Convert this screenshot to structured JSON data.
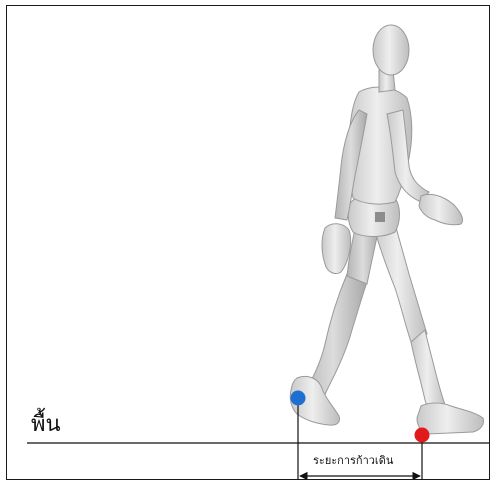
{
  "diagram": {
    "ground_label": "พื้น",
    "stride_label": "ระยะการก้าวเดิน",
    "figure": "walking-mannequin",
    "markers": [
      {
        "name": "heel-marker-blue",
        "color": "#1f6fd1"
      },
      {
        "name": "heel-marker-red",
        "color": "#e11b1b"
      }
    ]
  }
}
